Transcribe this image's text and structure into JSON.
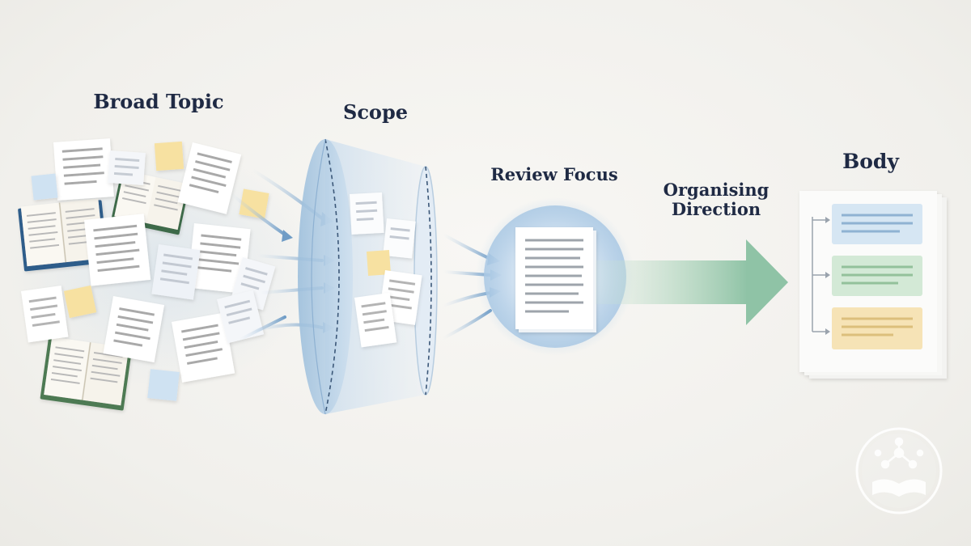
{
  "stages": {
    "broad_topic": "Broad Topic",
    "scope": "Scope",
    "review_focus": "Review Focus",
    "organising": "Organising\nDirection",
    "body": "Body"
  },
  "icons": {
    "flow_arrow": "arrow-right-icon",
    "logo": "book-network-logo"
  },
  "colors": {
    "text": "#1f2a44",
    "funnel": "#9dbfdc",
    "focus_glow": "#a9c8e4",
    "arrow": "#8fc3a6",
    "section_blue": "#d6e6f3",
    "section_green": "#d3e9d6",
    "section_yellow": "#f6e3b6",
    "sticky_yellow": "#f7e1a1",
    "sticky_blue": "#cfe2f2",
    "book_blue": "#2f5d8a",
    "book_green": "#4d7a52"
  }
}
